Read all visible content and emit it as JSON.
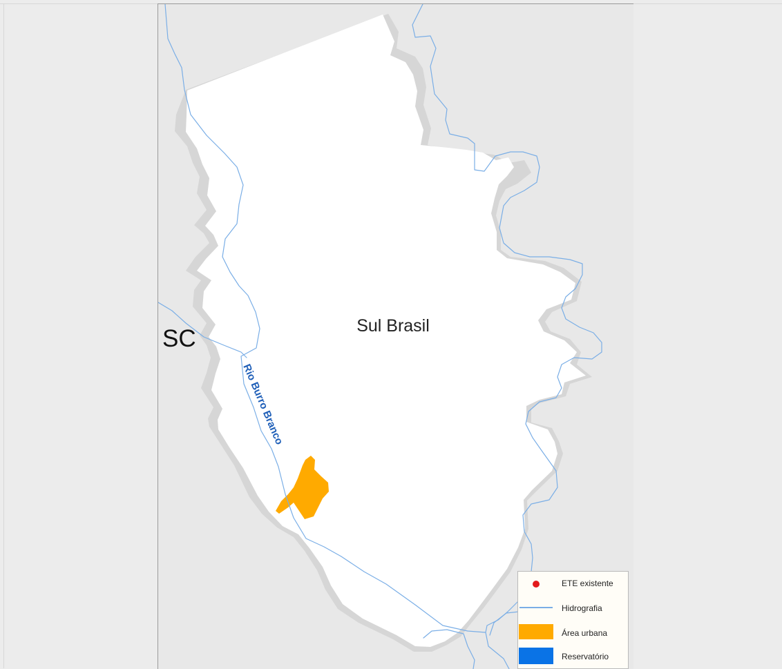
{
  "map": {
    "municipality_label": "Sul Brasil",
    "state_label": "SC",
    "river_label": "Rio Burro Branco"
  },
  "legend": {
    "items": [
      {
        "label": "ETE existente",
        "symbol": "red-point",
        "color": "#e31a1c"
      },
      {
        "label": "Hidrografia",
        "symbol": "line",
        "color": "#7aaee6"
      },
      {
        "label": "Área urbana",
        "symbol": "polygon",
        "color": "#ffaa00"
      },
      {
        "label": "Reservatório",
        "symbol": "polygon",
        "color": "#0a73e6"
      }
    ]
  },
  "colors": {
    "background": "#ececec",
    "outside_land": "#e8e8e8",
    "buffer": "#d6d6d6",
    "municipality": "#ffffff",
    "urban": "#ffaa00",
    "hydrography": "#7aaee6",
    "river_label": "#1f5fb8"
  }
}
